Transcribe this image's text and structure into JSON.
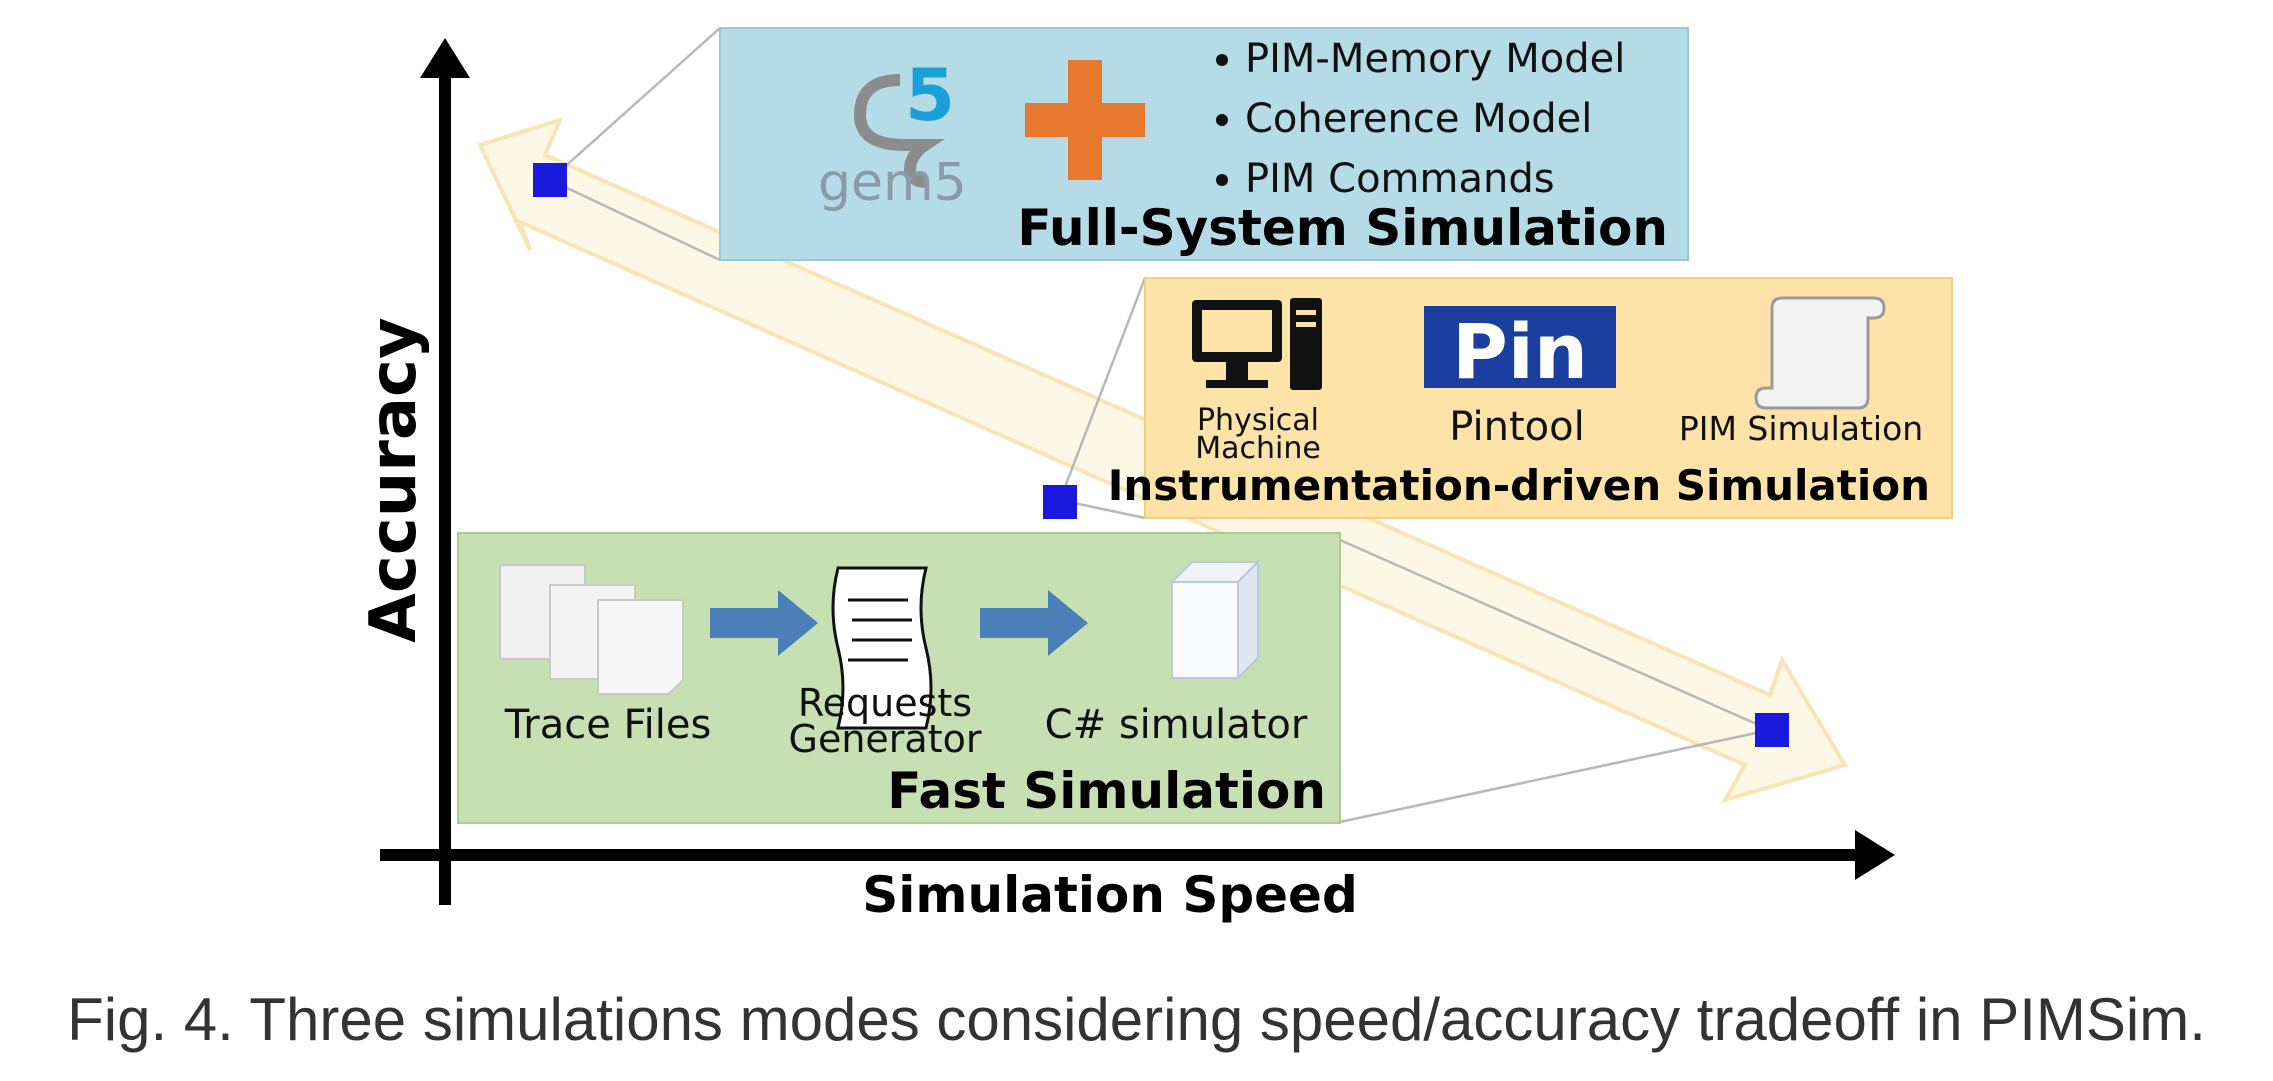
{
  "axes": {
    "x_label": "Simulation Speed",
    "y_label": "Accuracy"
  },
  "modes": {
    "full_system": {
      "title": "Full-System Simulation",
      "logo_text": "gem5",
      "logo_badge": "5",
      "bullets": [
        "PIM-Memory Model",
        "Coherence Model",
        "PIM Commands"
      ],
      "color": "#b4dbe6"
    },
    "instrumentation": {
      "title": "Instrumentation-driven Simulation",
      "items": {
        "physical_machine_line1": "Physical",
        "physical_machine_line2": "Machine",
        "pintool_logo": "Pin",
        "pintool": "Pintool",
        "pim_simulation": "PIM Simulation"
      },
      "color": "#fde3a7"
    },
    "fast": {
      "title": "Fast Simulation",
      "items": {
        "trace_files": "Trace Files",
        "requests_line1": "Requests",
        "requests_line2": "Generator",
        "csharp": "C# simulator"
      },
      "color": "#c6e0b4"
    }
  },
  "colors": {
    "marker": "#1a1adf",
    "flow_arrow": "#4a7fb8",
    "tradeoff_arrow": "#f9d98a",
    "plus": "#e8772e"
  },
  "caption": "Fig. 4. Three simulations modes considering speed/accuracy tradeoff in PIMSim."
}
